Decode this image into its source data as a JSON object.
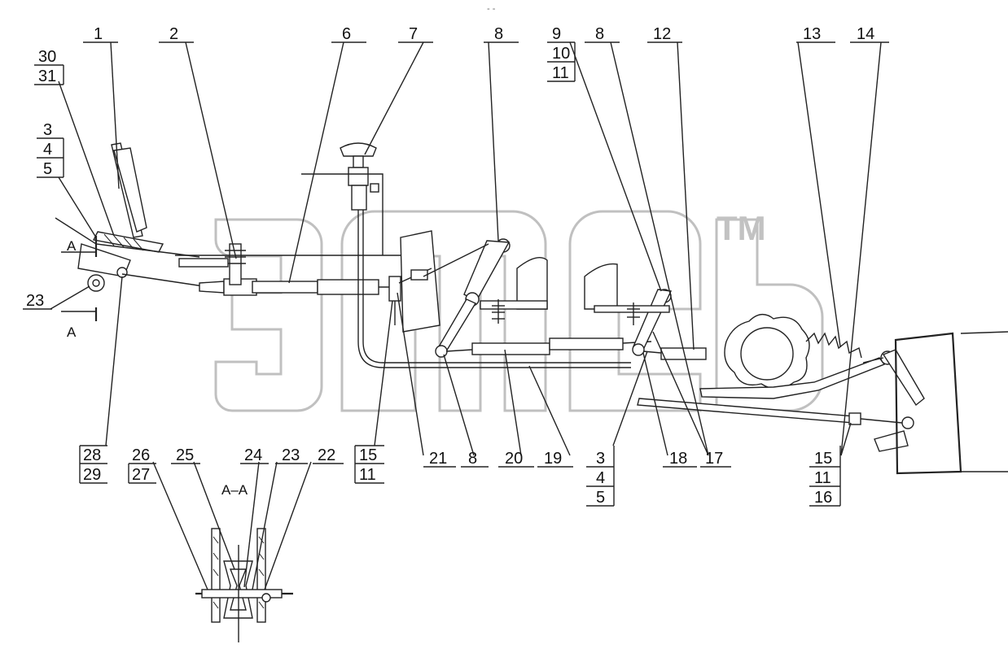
{
  "watermark": {
    "text": "ЭПЕ",
    "trademark": "TM"
  },
  "top_mark": "- -",
  "section_mark": {
    "label": "A",
    "title": "A–A"
  },
  "callouts": {
    "c1": "1",
    "c2": "2",
    "c6": "6",
    "c7": "7",
    "c8a": "8",
    "c9": "9",
    "c10": "10",
    "c11a": "11",
    "c8b": "8",
    "c12": "12",
    "c13": "13",
    "c14": "14",
    "c30": "30",
    "c31": "31",
    "c3a": "3",
    "c4a": "4",
    "c5a": "5",
    "c23a": "23",
    "c28": "28",
    "c29": "29",
    "c15a": "15",
    "c11b": "11",
    "c21": "21",
    "c8c": "8",
    "c20": "20",
    "c19": "19",
    "c3b": "3",
    "c4b": "4",
    "c5b": "5",
    "c18": "18",
    "c17": "17",
    "c15b": "15",
    "c11c": "11",
    "c16": "16",
    "c26": "26",
    "c27": "27",
    "c25": "25",
    "c24": "24",
    "c23b": "23",
    "c22": "22"
  }
}
